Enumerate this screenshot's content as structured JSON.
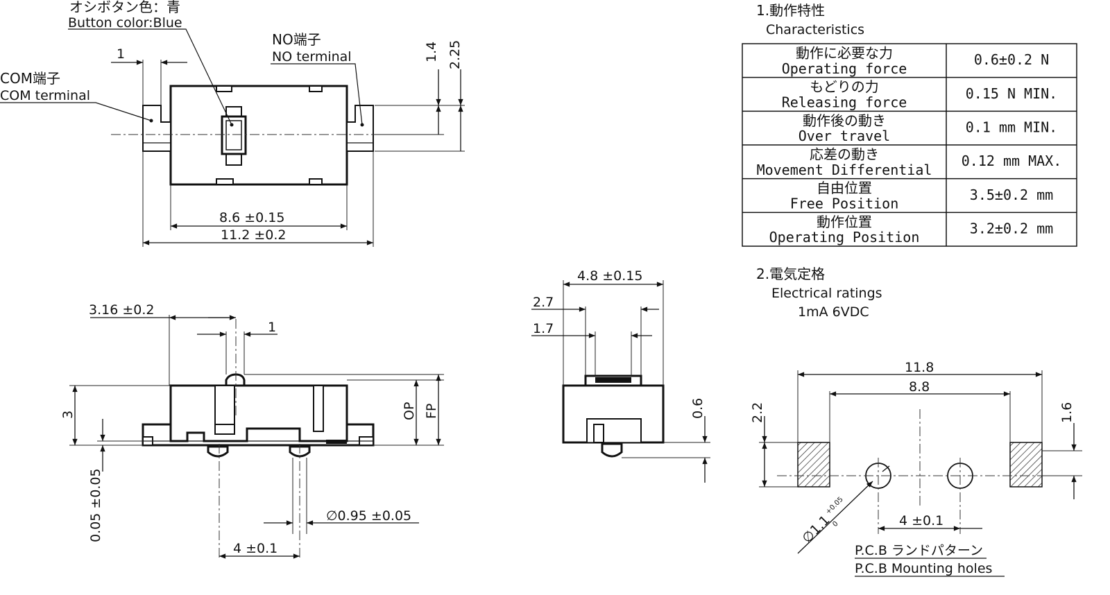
{
  "labels": {
    "button_jp": "オシボタン色：青",
    "button_en": "Button color:Blue",
    "no_jp": "NO端子",
    "no_en": "NO terminal",
    "com_jp": "COM端子",
    "com_en": "COM terminal"
  },
  "dims_top": {
    "d1": "1",
    "d14": "1.4",
    "d225": "2.25",
    "width_inner": "8.6 ±0.15",
    "width_outer": "11.2 ±0.2"
  },
  "dims_front": {
    "d316": "3.16 ±0.2",
    "d1": "1",
    "d3": "3",
    "op": "OP",
    "fp": "FP",
    "d005": "0.05 ±0.05",
    "dia": "∅0.95 ±0.05",
    "pitch": "4 ±0.1"
  },
  "dims_side": {
    "width": "4.8 ±0.15",
    "d27": "2.7",
    "d17": "1.7",
    "d06": "0.6"
  },
  "characteristics": {
    "title_jp": "1.動作特性",
    "title_en": "Characteristics",
    "rows": [
      {
        "jp": "動作に必要な力",
        "en": "Operating force",
        "value": "0.6±0.2 N"
      },
      {
        "jp": "もどりの力",
        "en": "Releasing force",
        "value": "0.15 N MIN."
      },
      {
        "jp": "動作後の動き",
        "en": "Over travel",
        "value": "0.1 mm MIN."
      },
      {
        "jp": "応差の動き",
        "en": "Movement Differential",
        "value": "0.12 mm MAX."
      },
      {
        "jp": "自由位置",
        "en": "Free Position",
        "value": "3.5±0.2 mm"
      },
      {
        "jp": "動作位置",
        "en": "Operating Position",
        "value": "3.2±0.2 mm"
      }
    ]
  },
  "ratings": {
    "title_jp": "2.電気定格",
    "title_en": "Electrical ratings",
    "value": "1mA 6VDC"
  },
  "pcb": {
    "d118": "11.8",
    "d88": "8.8",
    "d22": "2.2",
    "d16": "1.6",
    "dia_main": "∅1.1",
    "dia_tol_up": "+0.05",
    "dia_tol_low": "0",
    "pitch": "4 ±0.1",
    "title_jp": "P.C.B ランドパターン",
    "title_en": "P.C.B Mounting holes"
  }
}
